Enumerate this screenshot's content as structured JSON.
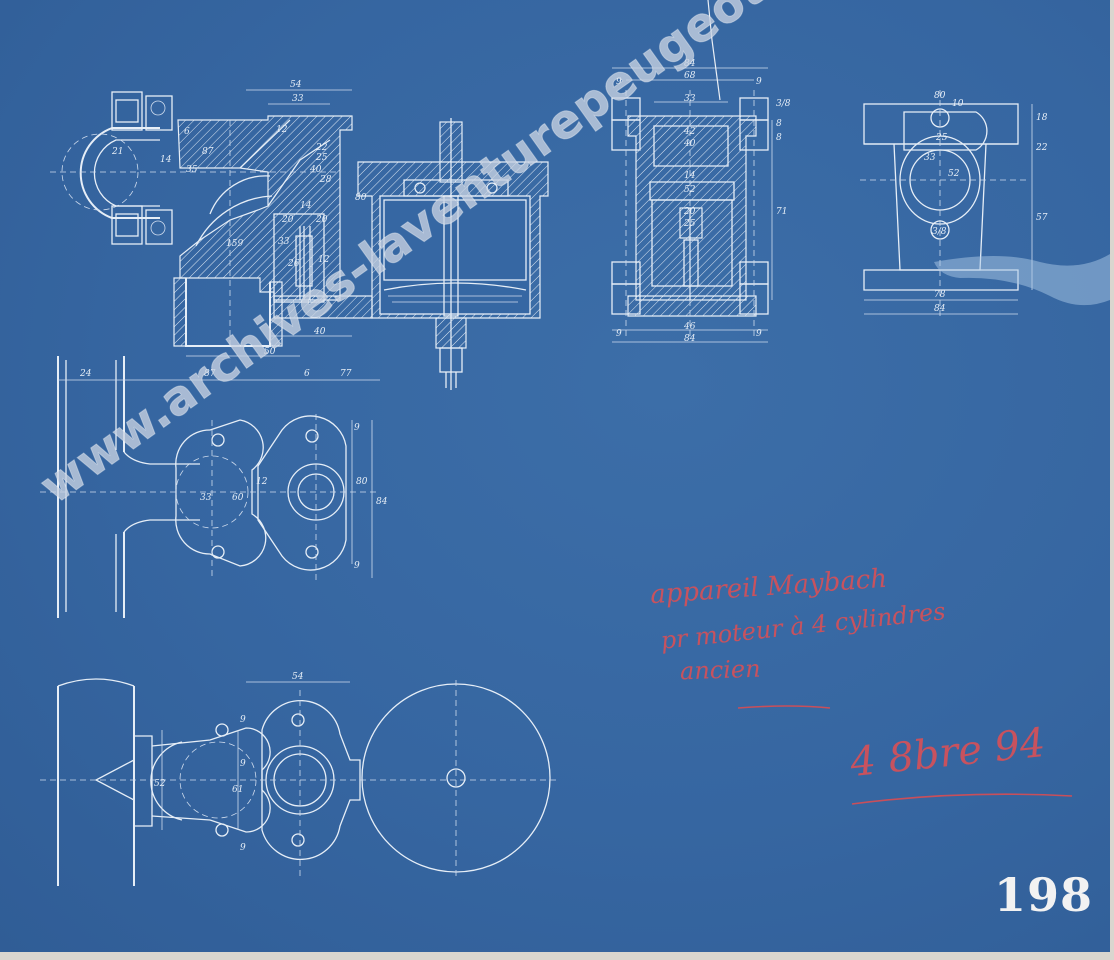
{
  "handwritten_note": {
    "line1": "appareil Maybach",
    "line2": "pr moteur à 4 cylindres",
    "line3": "ancien",
    "date": "4 8bre 94"
  },
  "sheet_number": "198",
  "watermark": "www.archives-laventurepeugeotcitroen.ds.com",
  "dimensions": {
    "top_left": [
      "54",
      "33",
      "21",
      "87",
      "35",
      "14",
      "6",
      "12",
      "22",
      "25",
      "40",
      "28",
      "14",
      "20",
      "80",
      "20",
      "33",
      "26",
      "12",
      "40",
      "50",
      "159"
    ],
    "top_middle": [
      "84",
      "68",
      "9",
      "9",
      "33",
      "42",
      "40",
      "14",
      "52",
      "20",
      "25",
      "46",
      "84",
      "9",
      "9",
      "71",
      "8",
      "8",
      "3/8"
    ],
    "top_right": [
      "80",
      "10",
      "25",
      "33",
      "52",
      "22",
      "57",
      "18",
      "3/8",
      "78",
      "84"
    ],
    "middle_left": [
      "24",
      "87",
      "6",
      "77",
      "9",
      "33",
      "60",
      "80",
      "84",
      "9",
      "12"
    ],
    "bottom_left": [
      "54",
      "9",
      "9",
      "52",
      "61",
      "9"
    ]
  },
  "colors": {
    "paper": "#3666a1",
    "lines": "#e6eef7",
    "annotation": "#c8525e",
    "watermark": "#c8d2e1"
  }
}
